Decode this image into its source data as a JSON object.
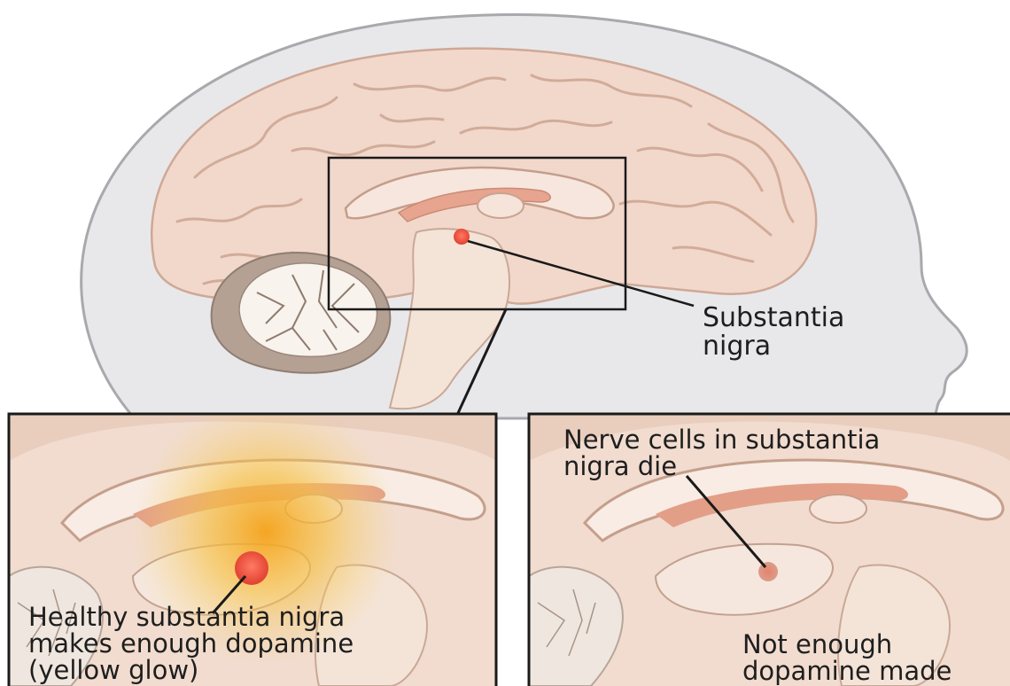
{
  "labels": {
    "main": {
      "line1": "Substantia",
      "line2": "nigra"
    },
    "healthy": {
      "line1": "Healthy substantia nigra",
      "line2": "makes enough dopamine",
      "line3": "(yellow glow)"
    },
    "dying": {
      "line1": "Nerve cells in substantia",
      "line2": "nigra die"
    },
    "deficit": {
      "line1": "Not enough",
      "line2": "dopamine made"
    }
  },
  "colors": {
    "head": "#e8e8ea",
    "head_outline": "#a8a8ac",
    "brain": "#f2d8cb",
    "brain_fold": "#d7b2a1",
    "substantia_nigra": "#e8503e",
    "dopamine_glow": "#f3b21f",
    "frame": "#1a1a1a"
  }
}
